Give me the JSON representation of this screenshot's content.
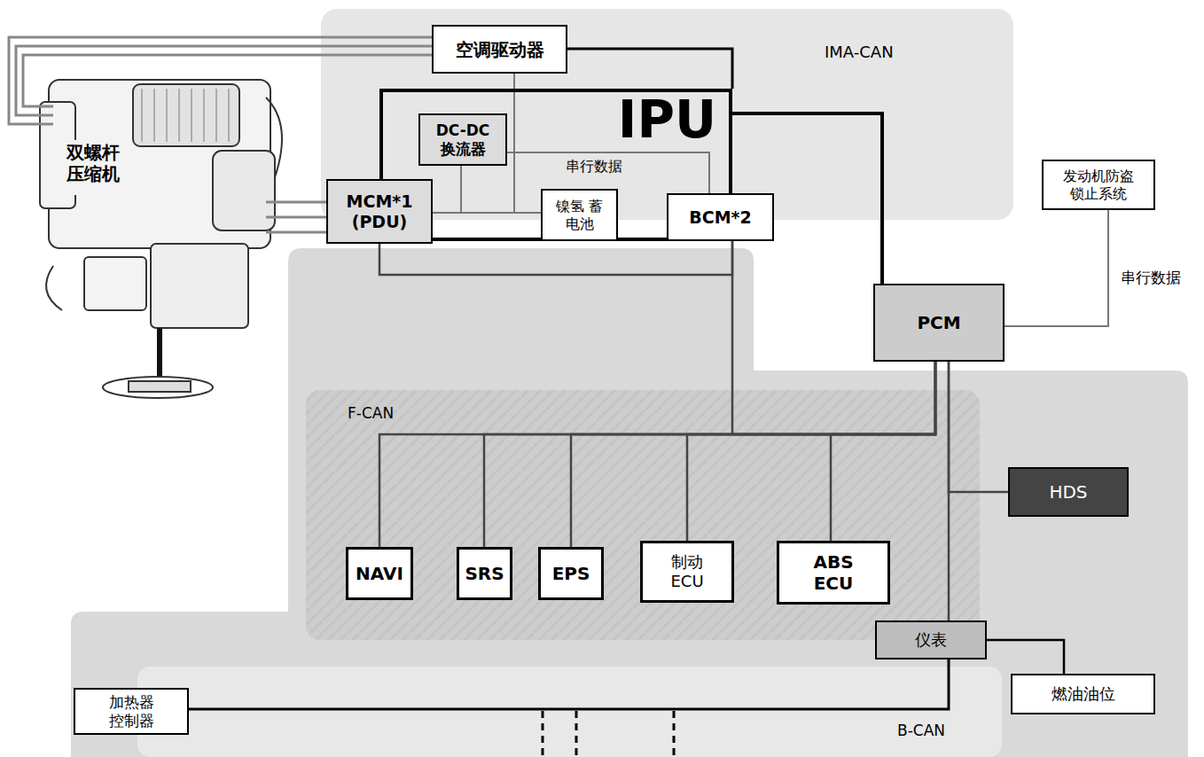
{
  "diagram": {
    "nodes": [
      {
        "text": [
          "空调驱动器"
        ]
      },
      {
        "text": [
          "IPU"
        ]
      },
      {
        "text": [
          "DC-DC 换流器"
        ],
        "in": 1
      },
      {
        "text": [
          "MCM*1 (PDU)"
        ]
      },
      {
        "text": [
          "镍氢 蓄电池"
        ],
        "in": 1
      },
      {
        "text": [
          "BCM*2"
        ]
      },
      {
        "text": [
          "发动机防盗 锁止系统"
        ]
      },
      {
        "text": [
          "PCM"
        ]
      },
      {
        "text": [
          "HDS"
        ]
      },
      {
        "text": [
          "NAVI"
        ]
      },
      {
        "text": [
          "SRS"
        ]
      },
      {
        "text": [
          "EPS"
        ]
      },
      {
        "text": [
          "制动 ECU"
        ]
      },
      {
        "text": [
          "ABS ECU"
        ]
      },
      {
        "text": [
          "仪表"
        ]
      },
      {
        "text": [
          "燃油油位"
        ]
      },
      {
        "text": [
          "加热器 控制器"
        ]
      }
    ],
    "edges": [
      {
        "from": 0,
        "to": 1,
        "arrow": "none"
      },
      {
        "from": 1,
        "to": 7,
        "arrow": "none"
      },
      {
        "from": 2,
        "to": 5,
        "label": "串行数据",
        "arrow": "none"
      },
      {
        "from": 3,
        "to": 4,
        "arrow": "none"
      },
      {
        "from": 2,
        "to": 4,
        "arrow": "none"
      },
      {
        "from": 0,
        "to": 4,
        "arrow": "none"
      },
      {
        "from": 6,
        "to": 7,
        "label": "串行数据",
        "arrow": "none"
      },
      {
        "from": 7,
        "to": 9,
        "arrow": "none"
      },
      {
        "from": 7,
        "to": 10,
        "arrow": "none"
      },
      {
        "from": 7,
        "to": 11,
        "arrow": "none"
      },
      {
        "from": 7,
        "to": 12,
        "arrow": "none"
      },
      {
        "from": 7,
        "to": 13,
        "arrow": "none"
      },
      {
        "from": 5,
        "to": 7,
        "arrow": "none"
      },
      {
        "from": 3,
        "to": 5,
        "arrow": "none"
      },
      {
        "from": 7,
        "to": 8,
        "arrow": "none"
      },
      {
        "from": 7,
        "to": 14,
        "arrow": "none"
      },
      {
        "from": 14,
        "to": 15,
        "arrow": "none"
      },
      {
        "from": 14,
        "to": 16,
        "arrow": "none"
      }
    ],
    "labels": [
      "IMA-CAN",
      "F-CAN",
      "B-CAN",
      "双螺杆 压缩机"
    ]
  }
}
